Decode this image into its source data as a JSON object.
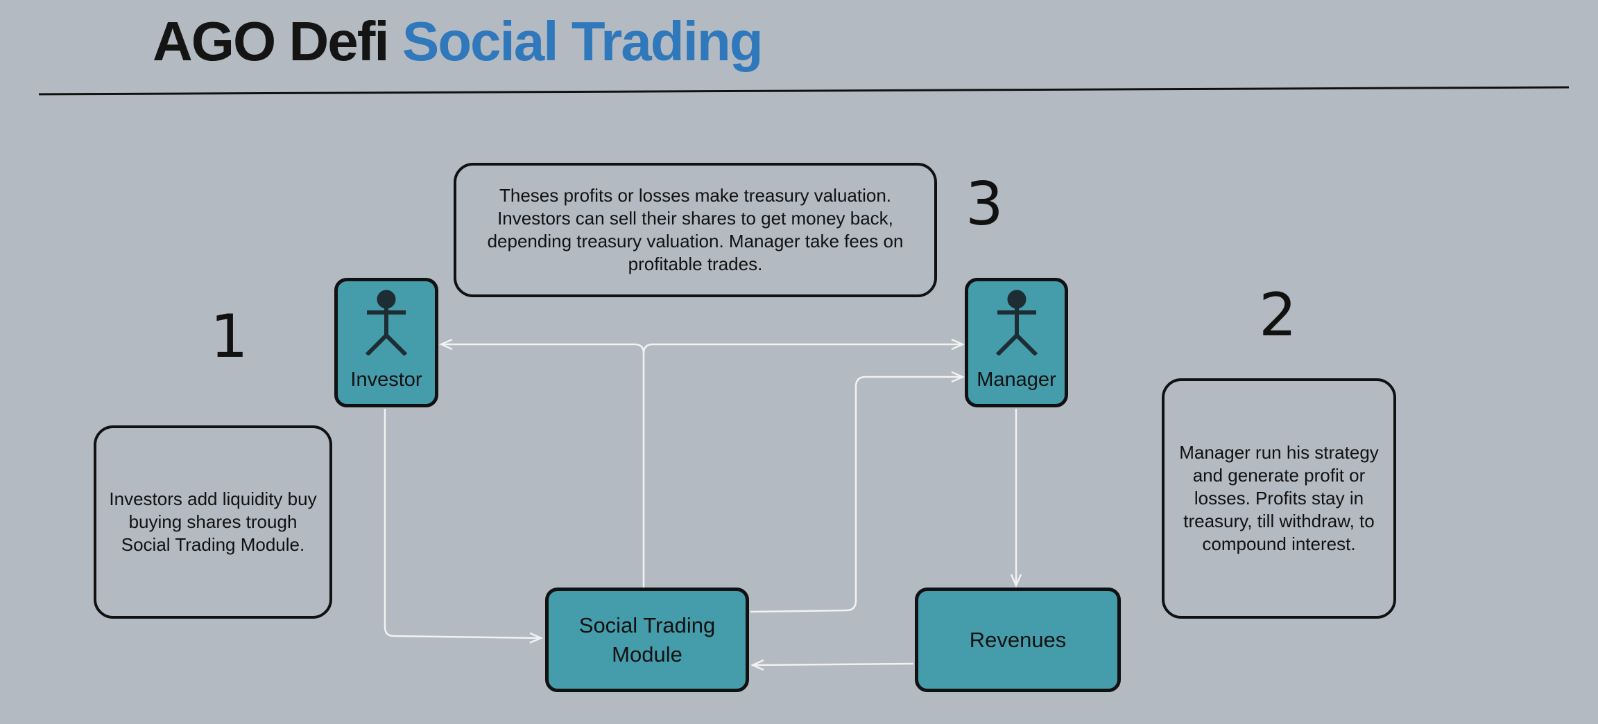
{
  "title": {
    "part1": "AGO Defi",
    "part2": "Social Trading"
  },
  "colors": {
    "background": "#b4bac2",
    "accent": "#2f78bb",
    "node": "#459cab",
    "arrow": "#f2f2f2"
  },
  "steps": {
    "one": "1",
    "two": "2",
    "three": "3"
  },
  "notes": {
    "step1": "Investors add liquidity buy buying shares trough Social Trading Module.",
    "step2": "Manager run his strategy and generate profit or losses. Profits stay in treasury, till withdraw, to compound interest.",
    "step3": "Theses profits or losses make treasury valuation. Investors can sell their shares to get money back, depending treasury valuation. Manager take fees on profitable trades."
  },
  "nodes": {
    "investor": {
      "label": "Investor",
      "icon": "actor-icon"
    },
    "manager": {
      "label": "Manager",
      "icon": "actor-icon"
    },
    "module": {
      "label": "Social Trading Module"
    },
    "revenues": {
      "label": "Revenues"
    }
  }
}
